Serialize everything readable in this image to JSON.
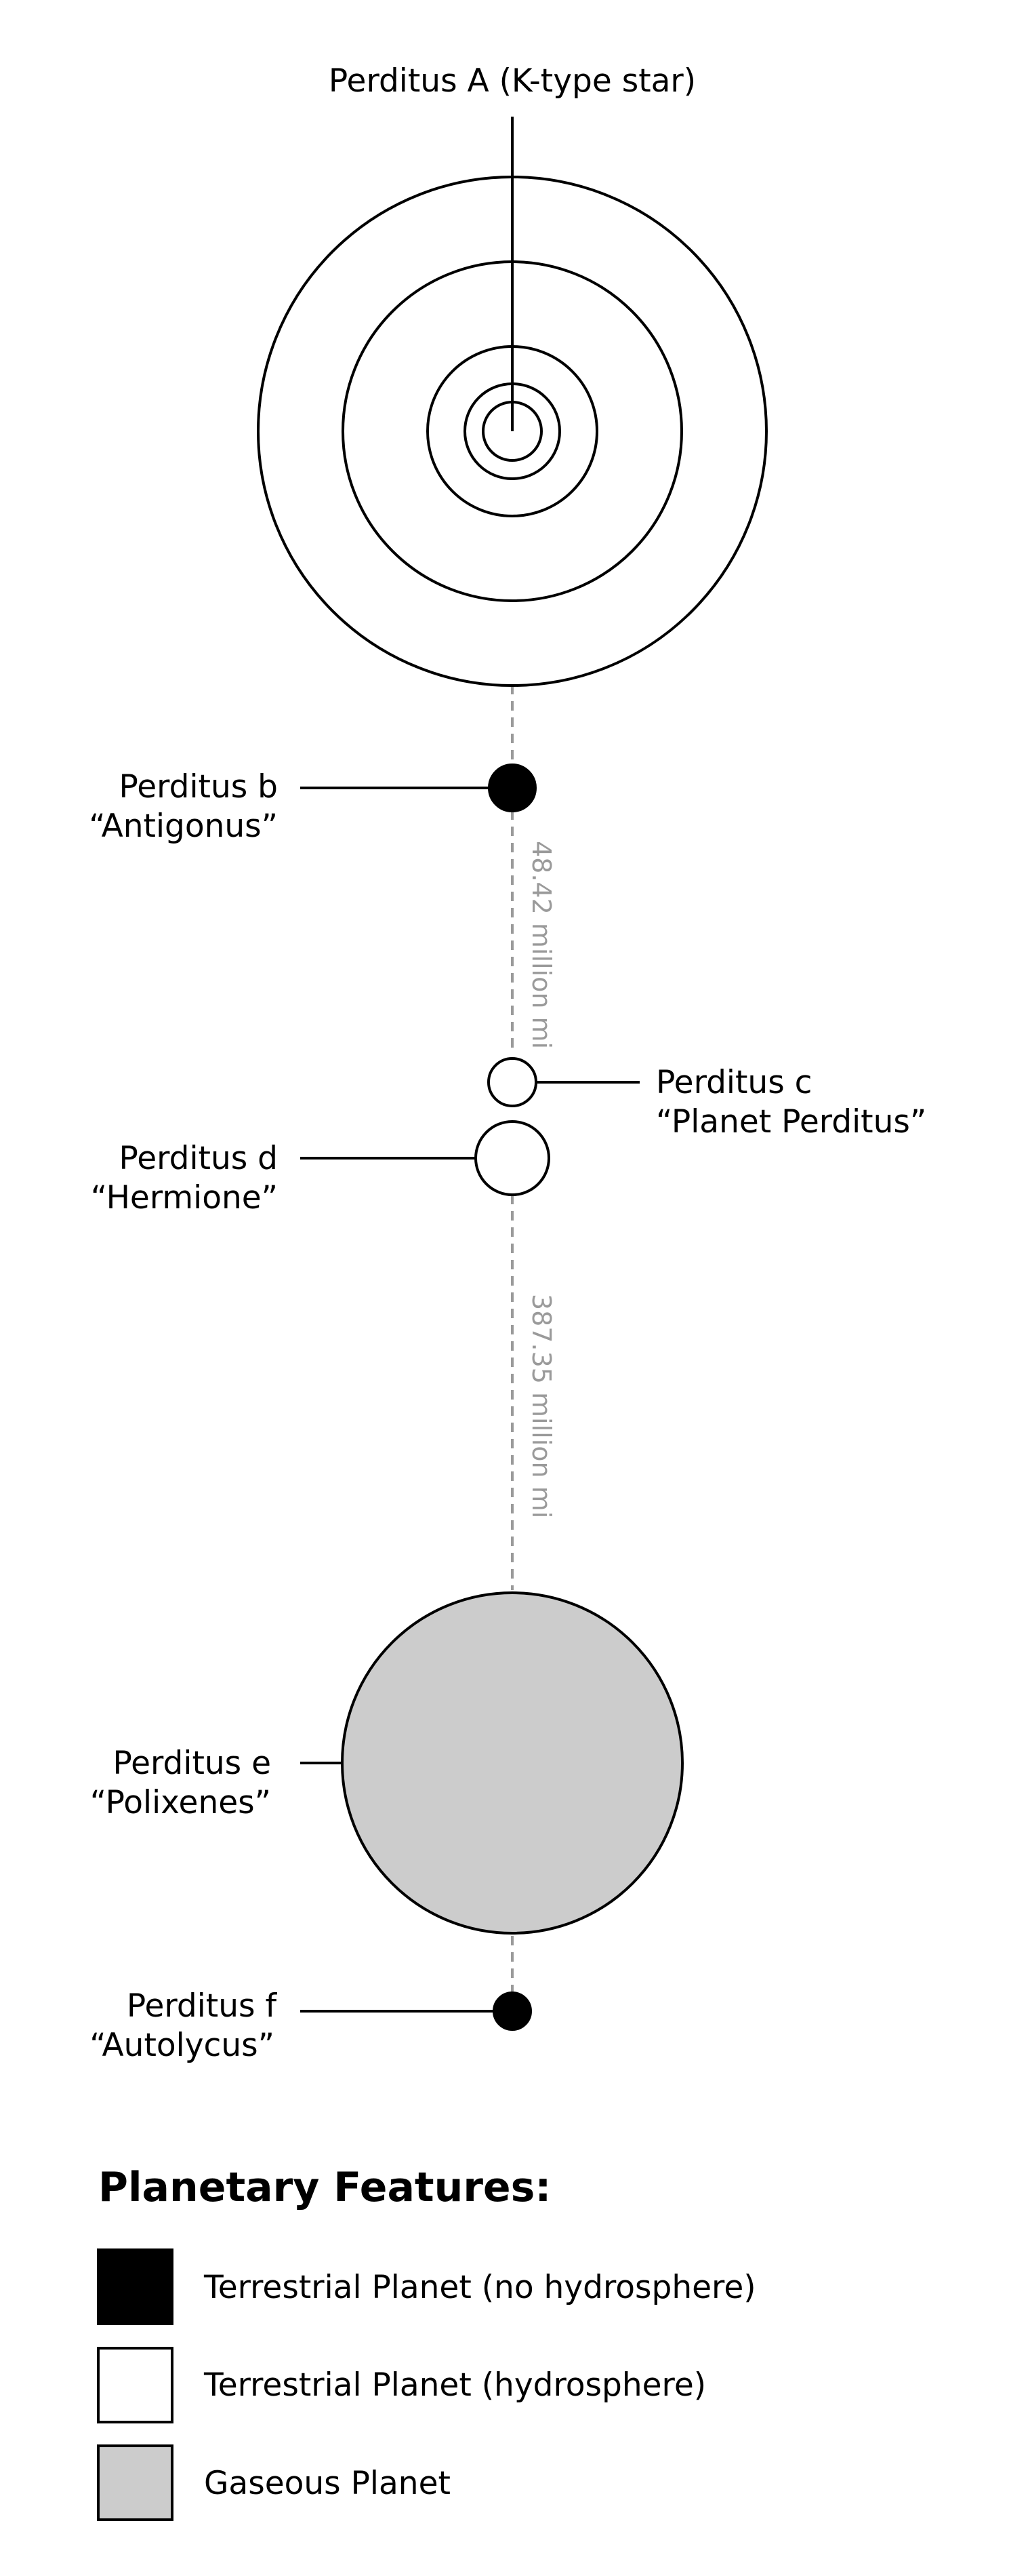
{
  "star": {
    "label": "Perditus A (K-type star)"
  },
  "planets": [
    {
      "designation": "Perditus b",
      "name": "“Antigonus”",
      "type": "terrestrial_no_hydrosphere"
    },
    {
      "designation": "Perditus c",
      "name": "“Planet Perditus”",
      "type": "terrestrial_hydrosphere"
    },
    {
      "designation": "Perditus d",
      "name": "“Hermione”",
      "type": "terrestrial_hydrosphere"
    },
    {
      "designation": "Perditus e",
      "name": "“Polixenes”",
      "type": "gaseous"
    },
    {
      "designation": "Perditus f",
      "name": "“Autolycus”",
      "type": "terrestrial_no_hydrosphere"
    }
  ],
  "distances": [
    {
      "label": "48.42 million mi"
    },
    {
      "label": "387.35 million mi"
    }
  ],
  "legend": {
    "title": "Planetary Features:",
    "items": [
      {
        "label": "Terrestrial Planet (no hydrosphere)",
        "color": "#000000"
      },
      {
        "label": "Terrestrial Planet (hydrosphere)",
        "color": "#ffffff"
      },
      {
        "label": "Gaseous Planet",
        "color": "#cccccc"
      }
    ]
  },
  "colors": {
    "terrestrial_no_hydrosphere": "#000000",
    "terrestrial_hydrosphere": "#ffffff",
    "gaseous": "#cccccc",
    "outline": "#000000",
    "connector_dashed": "#9a9a9a"
  }
}
